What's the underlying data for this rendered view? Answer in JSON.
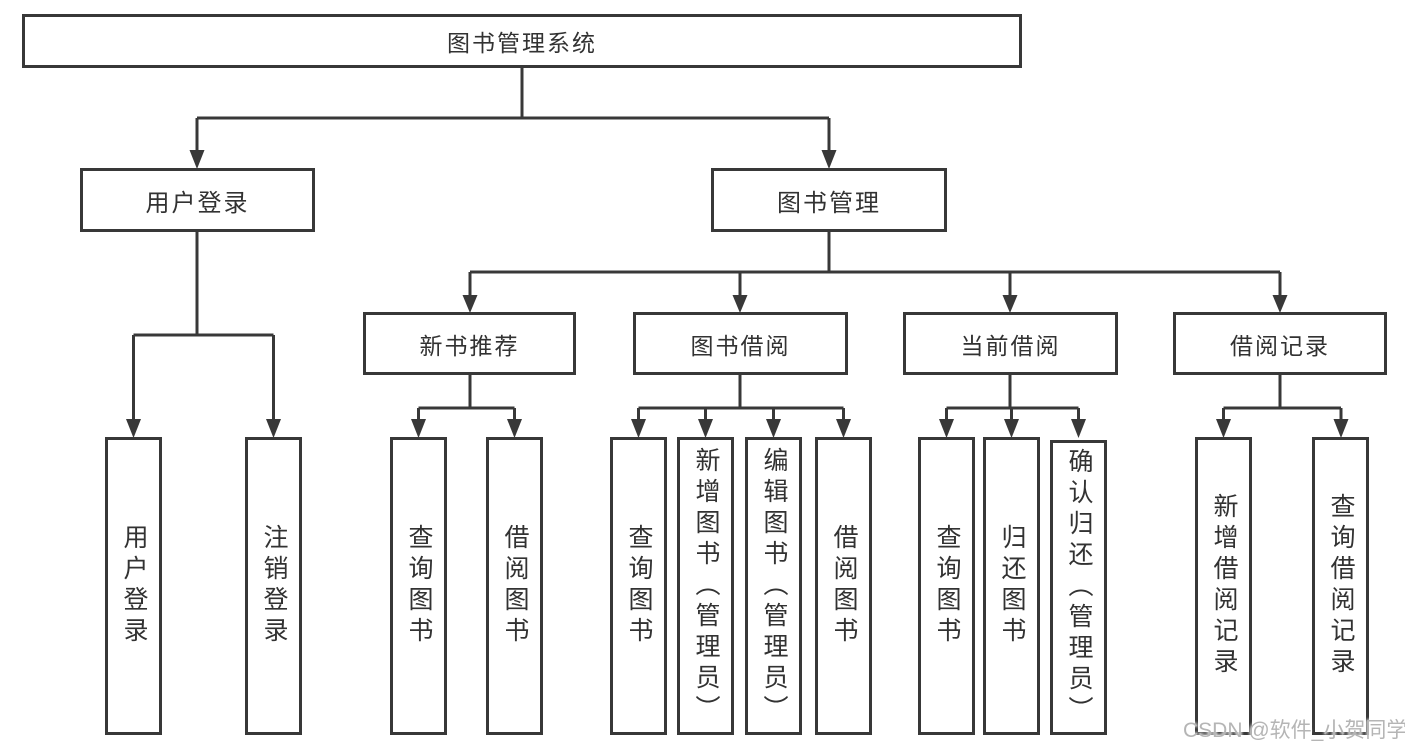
{
  "diagram": {
    "title": "图书管理系统",
    "colors": {
      "line": "#383838",
      "box_border": "#383838",
      "text": "#323232",
      "watermark": "#b5b5b5"
    },
    "tree": {
      "root": {
        "label": "图书管理系统"
      },
      "branches": [
        {
          "label": "用户登录",
          "children": [
            {
              "label": "用户登录"
            },
            {
              "label": "注销登录"
            }
          ]
        },
        {
          "label": "图书管理",
          "children": [
            {
              "label": "新书推荐",
              "children": [
                {
                  "label": "查询图书"
                },
                {
                  "label": "借阅图书"
                }
              ]
            },
            {
              "label": "图书借阅",
              "children": [
                {
                  "label": "查询图书"
                },
                {
                  "label": "新增图书（管理员）"
                },
                {
                  "label": "编辑图书（管理员）"
                },
                {
                  "label": "借阅图书"
                }
              ]
            },
            {
              "label": "当前借阅",
              "children": [
                {
                  "label": "查询图书"
                },
                {
                  "label": "归还图书"
                },
                {
                  "label": "确认归还（管理员）"
                }
              ]
            },
            {
              "label": "借阅记录",
              "children": [
                {
                  "label": "新增借阅记录"
                },
                {
                  "label": "查询借阅记录"
                }
              ]
            }
          ]
        }
      ]
    },
    "watermark": "CSDN @软件_小贺同学"
  }
}
